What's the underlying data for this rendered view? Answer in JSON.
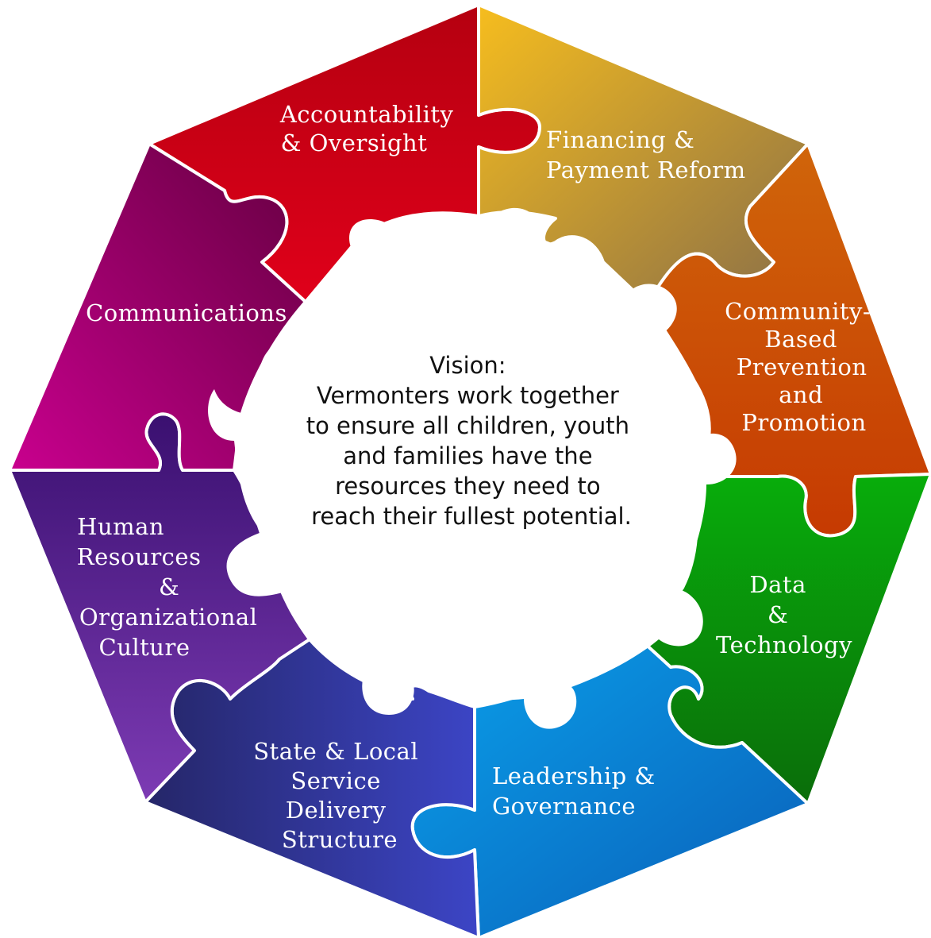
{
  "vision": {
    "lines": [
      "Vision:",
      "Vermonters work together",
      "to ensure all children, youth",
      "and families have the",
      "resources they need to",
      "reach their fullest potential."
    ]
  },
  "segments": [
    {
      "id": "accountability",
      "label_lines": [
        "Accountability",
        "& Oversight"
      ],
      "colors": [
        "#b50010",
        "#e0001a"
      ]
    },
    {
      "id": "financing",
      "label_lines": [
        "Financing &",
        "Payment Reform"
      ],
      "colors": [
        "#f6bd1e",
        "#8a6f48"
      ]
    },
    {
      "id": "community",
      "label_lines": [
        "Community-",
        "Based",
        "Prevention",
        "and",
        "Promotion"
      ],
      "colors": [
        "#d0650a",
        "#c63a02"
      ]
    },
    {
      "id": "data",
      "label_lines": [
        "Data",
        "&",
        "Technology"
      ],
      "colors": [
        "#08ad0b",
        "#0a6d0a"
      ]
    },
    {
      "id": "leadership",
      "label_lines": [
        "Leadership &",
        "Governance"
      ],
      "colors": [
        "#0aa0ea",
        "#0a5eb8"
      ]
    },
    {
      "id": "state-local",
      "label_lines": [
        "State & Local",
        "Service",
        "Delivery",
        "Structure"
      ],
      "colors": [
        "#252668",
        "#3c45c6"
      ]
    },
    {
      "id": "human-resources",
      "label_lines": [
        "Human",
        "Resources",
        "&",
        "Organizational",
        "Culture"
      ],
      "colors": [
        "#3a1070",
        "#7d3bb4"
      ]
    },
    {
      "id": "communications",
      "label_lines": [
        "Communications"
      ],
      "colors": [
        "#640040",
        "#c9008e"
      ]
    }
  ]
}
